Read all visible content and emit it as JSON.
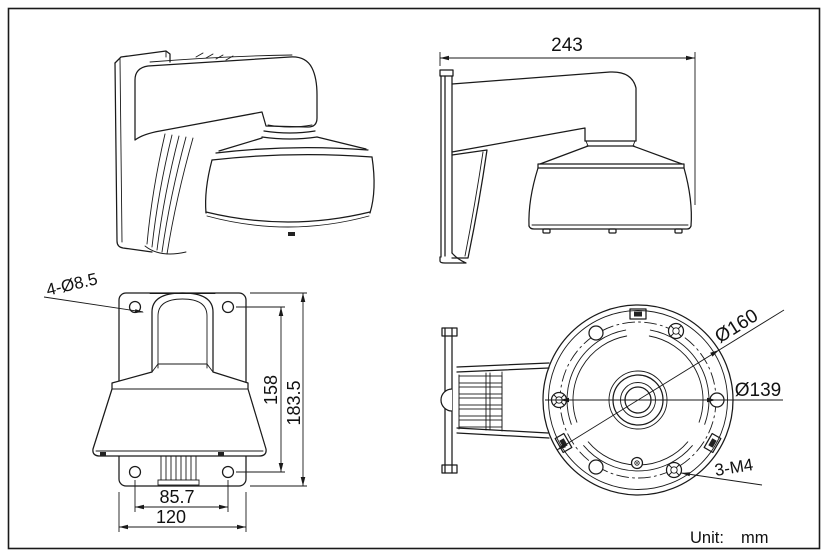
{
  "drawing": {
    "title": "wall-mount-bracket-dimension-drawing",
    "unit": {
      "label": "Unit:",
      "value": "mm"
    },
    "dims": {
      "depth": "243",
      "mount_holes": "4-Ø8.5",
      "hole_spacing_vertical": "158",
      "bracket_height": "183.5",
      "hole_spacing_horizontal": "85.7",
      "plate_width": "120",
      "base_outer_diameter": "Ø160",
      "base_inner_diameter": "Ø139",
      "base_screws": "3-M4"
    }
  }
}
